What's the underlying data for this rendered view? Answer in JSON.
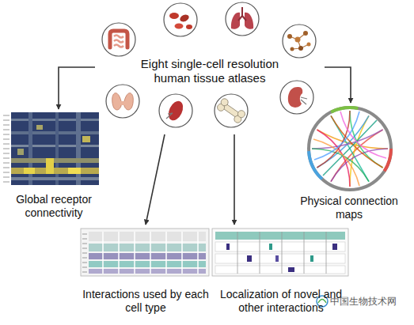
{
  "diagram": {
    "nodes": [
      {
        "text": [
          "Eight single-cell resolution human tissue atlases"
        ]
      },
      {
        "text": [
          "Global receptor connectivity"
        ]
      },
      {
        "text": [
          "Physical connection maps"
        ]
      },
      {
        "text": [
          "Interactions used by each cell type"
        ]
      },
      {
        "text": [
          "Localization of novel and other interactions"
        ]
      }
    ],
    "edges": [
      {
        "from": 0,
        "to": 1,
        "arrow": "to"
      },
      {
        "from": 0,
        "to": 2,
        "arrow": "to"
      },
      {
        "from": 0,
        "to": 3,
        "arrow": "to"
      },
      {
        "from": 0,
        "to": 4,
        "arrow": "to"
      }
    ],
    "labels": [
      "中国生物技术网"
    ]
  }
}
